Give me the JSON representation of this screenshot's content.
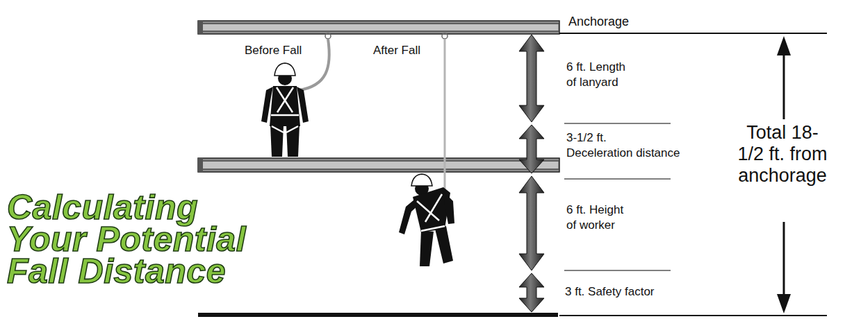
{
  "diagram": {
    "title": "Calculating Your Potential Fall Distance",
    "labels": [
      "Anchorage",
      "Before Fall",
      "After Fall",
      "6 ft. Length of lanyard",
      "3-1/2 ft. Deceleration distance",
      "6 ft. Height of worker",
      "3 ft. Safety factor",
      "Total 18-1/2 ft. from anchorage"
    ]
  }
}
